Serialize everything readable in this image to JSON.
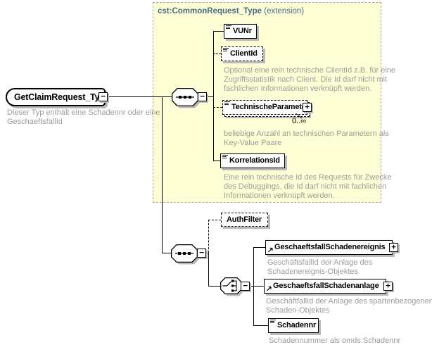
{
  "root": {
    "name": "GetClaimRequest_Type",
    "annotation_lines": [
      "Dieser Typ enthält eine Schadennr oder eine",
      "GeschaeftsfallId"
    ]
  },
  "extension_panel": {
    "title": "cst:CommonRequest_Type",
    "title_suffix": "(extension)"
  },
  "expand": {
    "expanded_glyph": "−",
    "collapsed_glyph": "+"
  },
  "elements": {
    "vunr": {
      "name": "VUNr"
    },
    "clientid": {
      "name": "ClientId",
      "annotation_lines": [
        "Optional eine rein technische ClientId z.B. für eine",
        "Zugriffsstatistik nach Client. Die Id darf nicht mit",
        "fachlichen Informationen verknüpft werden."
      ]
    },
    "technische_parameter": {
      "name": "TechnischeParameter",
      "occurrence": "0..∞",
      "annotation_lines": [
        "beliebige Anzahl an technischen Parametern als",
        "Key-Value Paare"
      ]
    },
    "korrelationsid": {
      "name": "KorrelationsId",
      "annotation_lines": [
        "Eine rein technische Id des Requests für Zwecke",
        "des Debuggings, die Id darf nicht mit fachlichen",
        "Informationen verknüpft werden."
      ]
    },
    "authfilter": {
      "name": "AuthFilter"
    },
    "geschaeftsfall_schadenereignis": {
      "name": "GeschaeftsfallSchadenereignis",
      "annotation_lines": [
        "GeschäftsfallId der Anlage des",
        "Schadenereignis-Objektes"
      ]
    },
    "geschaeftsfall_schadenanlage": {
      "name": "GeschaeftsfallSchadenanlage",
      "annotation_lines": [
        "GeschäftfallId der Anlage des spartenbezogenen",
        "Schaden-Objektes"
      ]
    },
    "schadennr": {
      "name": "Schadennr",
      "annotation_lines": [
        "Schadennummer als omds:Schadennr"
      ]
    }
  },
  "colors": {
    "panel_fill": "#FFFFD6",
    "panel_border": "#A8A8A8",
    "header_text": "#4A6A87",
    "annotation_text": "#9C9C9C",
    "box_shadow": "#B9B9B9"
  }
}
